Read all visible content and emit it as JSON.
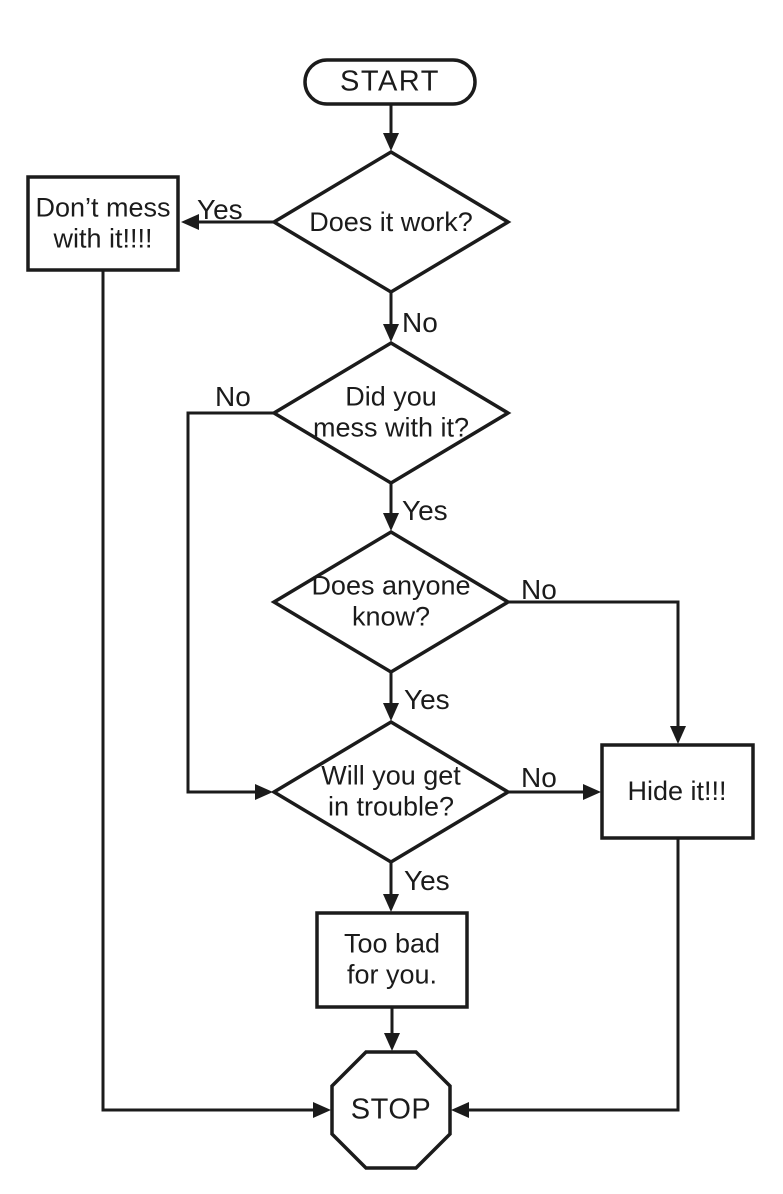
{
  "diagram": {
    "type": "flowchart",
    "colors": {
      "stroke": "#1b1b1b",
      "background": "#ffffff",
      "text": "#1b1b1b"
    },
    "nodes": {
      "start": {
        "shape": "terminator",
        "label": "START"
      },
      "does_it_work": {
        "shape": "decision",
        "label": "Does it work?"
      },
      "dont_mess": {
        "shape": "process",
        "line1": "Don’t mess",
        "line2": "with it!!!!"
      },
      "did_you_mess": {
        "shape": "decision",
        "line1": "Did you",
        "line2": "mess with it?"
      },
      "does_anyone_know": {
        "shape": "decision",
        "line1": "Does anyone",
        "line2": "know?"
      },
      "will_you_get_in_trouble": {
        "shape": "decision",
        "line1": "Will you get",
        "line2": "in trouble?"
      },
      "hide_it": {
        "shape": "process",
        "label": "Hide it!!!"
      },
      "too_bad": {
        "shape": "process",
        "line1": "Too bad",
        "line2": "for you."
      },
      "stop": {
        "shape": "stop-octagon",
        "label": "STOP"
      }
    },
    "edge_labels": {
      "yes1": "Yes",
      "no1": "No",
      "no2": "No",
      "yes2": "Yes",
      "no3": "No",
      "yes3": "Yes",
      "no4": "No",
      "yes4": "Yes"
    }
  }
}
